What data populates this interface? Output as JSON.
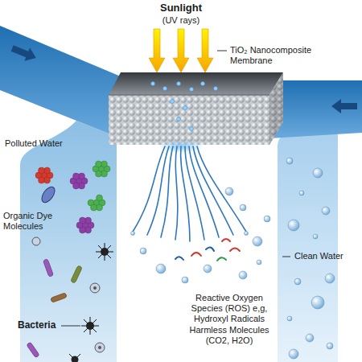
{
  "diagram": {
    "labels": [
      "Sunlight",
      "(UV rays)",
      "TiO₂ Nanocomposite Membrane",
      "Polluted Water",
      "Organic Dye Molecules",
      "Bacteria",
      "Clean Water",
      "Reactive Oxygen Species (ROS) e,g, Hydroxyl Radicals",
      "Harmless Molecules (CO2, H2O)"
    ]
  }
}
